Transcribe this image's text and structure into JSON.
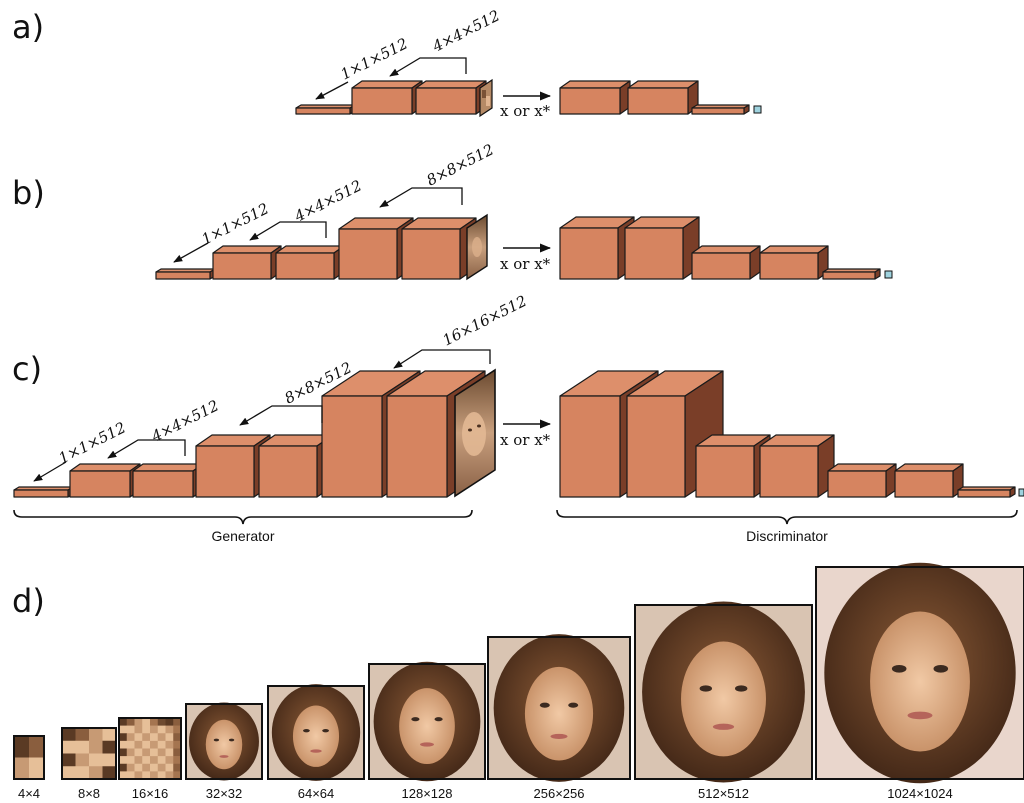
{
  "panels": {
    "a": "a)",
    "b": "b)",
    "c": "c)",
    "d": "d)"
  },
  "arrow_label": "x or x*",
  "dims": {
    "d1": "1×1×512",
    "d4": "4×4×512",
    "d8": "8×8×512",
    "d16": "16×16×512"
  },
  "groups": {
    "generator": "Generator",
    "discriminator": "Discriminator"
  },
  "resolutions": [
    "4×4",
    "8×8",
    "16×16",
    "32×32",
    "64×64",
    "128×128",
    "256×256",
    "512×512",
    "1024×1024"
  ],
  "colors": {
    "block_front": "#d68460",
    "block_top": "#dd8f6b",
    "block_side": "#7a3e28",
    "output_square": "#9fd3df"
  }
}
